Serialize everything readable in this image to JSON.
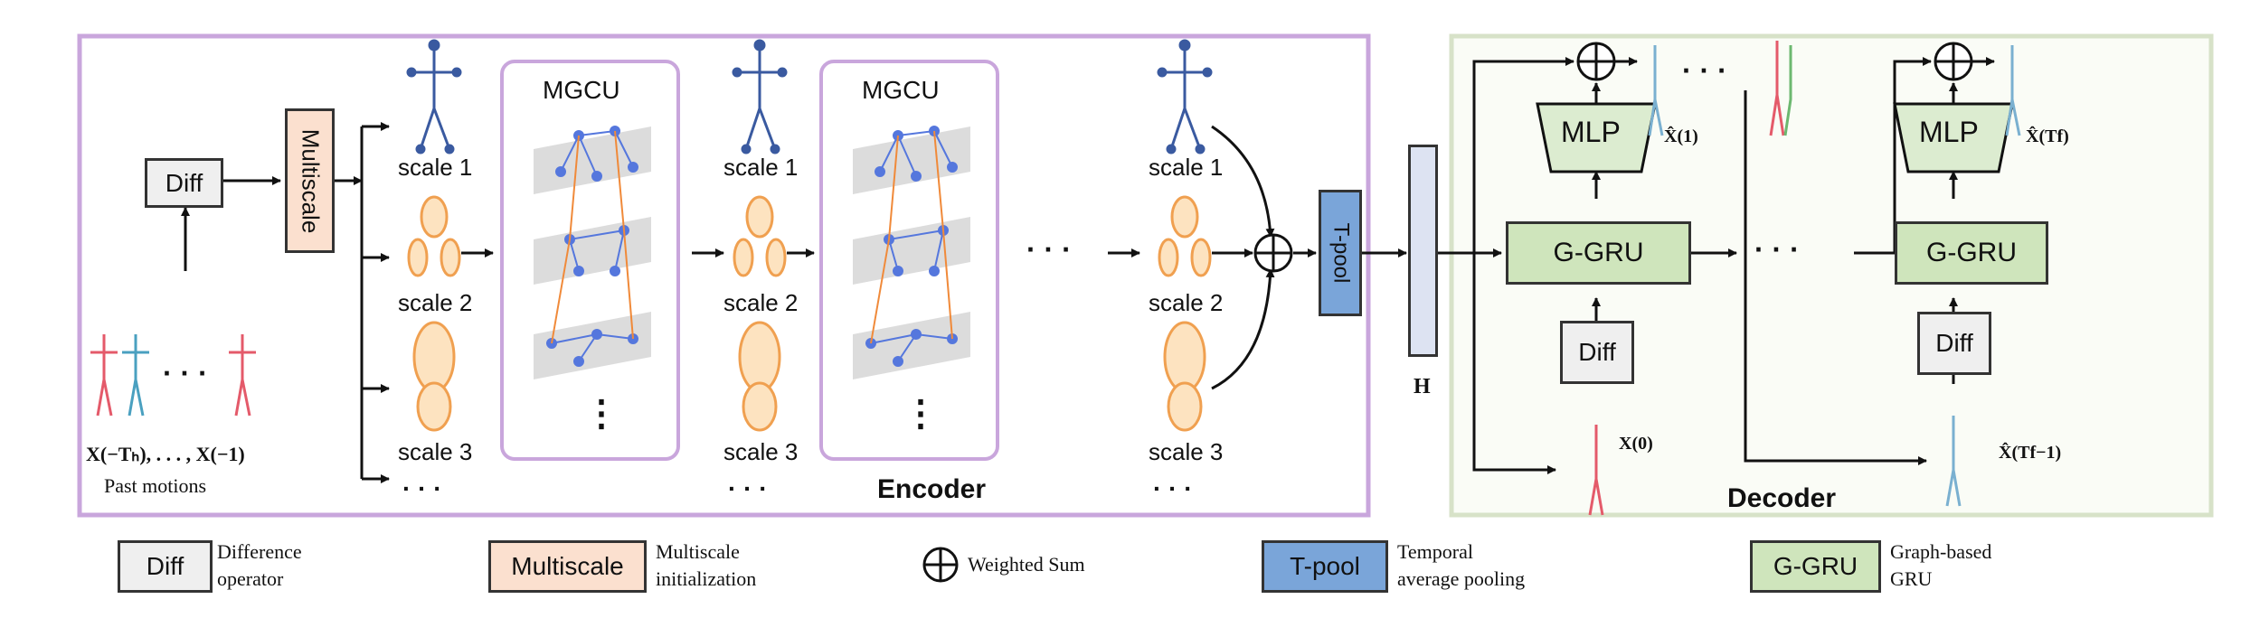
{
  "encoder": {
    "title": "Encoder",
    "diff_label": "Diff",
    "multiscale_label": "Multiscale",
    "mgcu_label": "MGCU",
    "scale_1": "scale 1",
    "scale_2": "scale 2",
    "scale_3": "scale 3",
    "dots": "· · ·",
    "vdots": "⋮",
    "input_caption": "X(−Tₕ), . . . , X(−1)",
    "past_motions": "Past motions",
    "tpool_label": "T-pool",
    "h_label": "H"
  },
  "decoder": {
    "title": "Decoder",
    "mlp_label": "MLP",
    "ggru_label": "G-GRU",
    "diff_label": "Diff",
    "x0": "X(0)",
    "x1_hat": "X̂(1)",
    "xTf_hat": "X̂(Tf)",
    "xTf1_hat": "X̂(Tf−1)",
    "dots": "· · ·"
  },
  "legend": {
    "diff": {
      "box": "Diff",
      "text1": "Difference",
      "text2": "operator"
    },
    "multiscale": {
      "box": "Multiscale",
      "text1": "Multiscale",
      "text2": "initialization"
    },
    "wsum": {
      "text": "Weighted Sum"
    },
    "tpool": {
      "box": "T-pool",
      "text1": "Temporal",
      "text2": "average pooling"
    },
    "ggru": {
      "box": "G-GRU",
      "text1": "Graph-based",
      "text2": "GRU"
    }
  },
  "colors": {
    "encoder_border": "#c9a6dc",
    "decoder_border": "#d7e2c8",
    "decoder_bg": "#fafcf6",
    "diff_fill": "#efefef",
    "multiscale_fill": "#fbe0cf",
    "tpool_fill": "#7aa5d9",
    "h_fill": "#dde3f2",
    "ggru_fill": "#cfe5bc",
    "mlp_fill": "#dcecd0",
    "skeleton_blue": "#3a5aa0",
    "body_orange": "#f0a050",
    "body_fill": "#fde3c0",
    "graph_blue": "#5577dd",
    "graph_orange": "#f08a3a"
  }
}
